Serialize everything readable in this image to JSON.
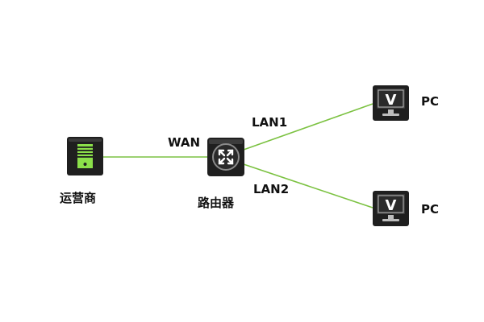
{
  "colors": {
    "link": "#7cc242",
    "icon_body": "#1f1f1f",
    "server_accent": "#8be04a",
    "router_accent": "#ffffff",
    "pc_accent": "#ffffff"
  },
  "nodes": {
    "isp": {
      "label": "运营商",
      "icon": "server-icon"
    },
    "router": {
      "label": "路由器",
      "icon": "router-icon"
    },
    "pc1": {
      "label": "PC",
      "icon": "monitor-icon",
      "screen_glyph": "V"
    },
    "pc2": {
      "label": "PC",
      "icon": "monitor-icon",
      "screen_glyph": "V"
    }
  },
  "links": {
    "wan": {
      "label": "WAN",
      "from": "isp",
      "to": "router"
    },
    "lan1": {
      "label": "LAN1",
      "from": "router",
      "to": "pc1"
    },
    "lan2": {
      "label": "LAN2",
      "from": "router",
      "to": "pc2"
    }
  }
}
